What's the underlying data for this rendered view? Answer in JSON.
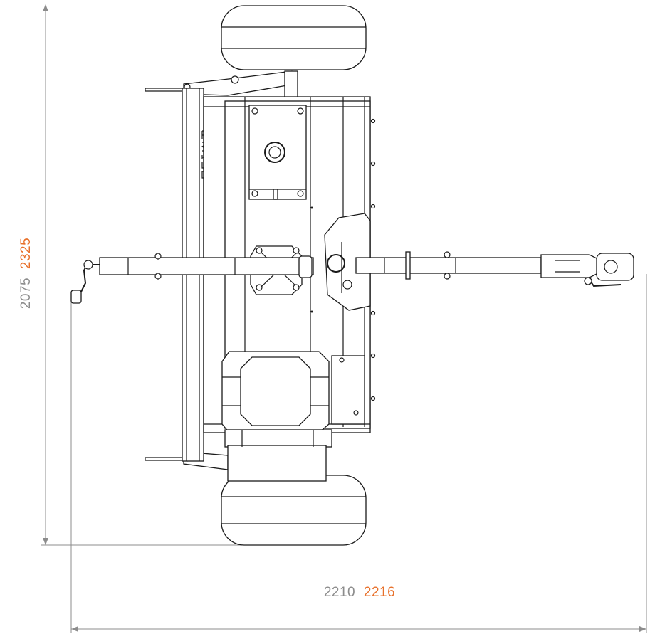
{
  "dimensions": {
    "height": {
      "primary": "2075",
      "secondary": "2325"
    },
    "width": {
      "primary": "2210",
      "secondary": "2216"
    }
  },
  "colors": {
    "primary_text": "#8c8c8c",
    "secondary_text": "#e8702a",
    "line": "#1a1a1a",
    "dimension_line": "#8c8c8c"
  },
  "icons": [
    "arrow-up-icon",
    "arrow-down-icon",
    "arrow-left-icon",
    "arrow-right-icon"
  ]
}
